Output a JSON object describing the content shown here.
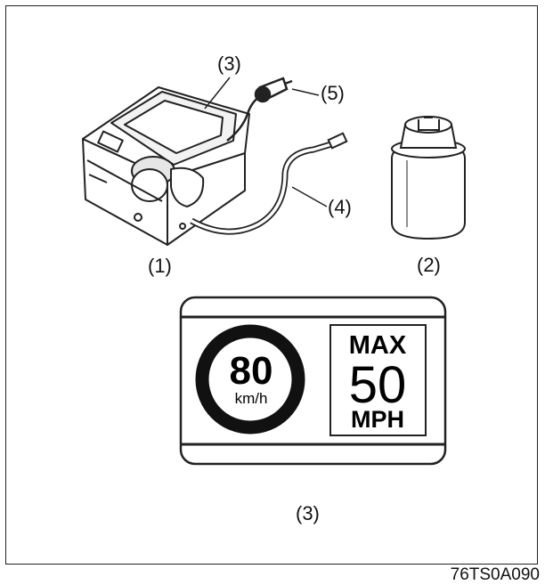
{
  "labels": {
    "compressor": "(1)",
    "bottle": "(2)",
    "compressor_body": "(3)",
    "hose": "(4)",
    "plug": "(5)",
    "sticker": "(3)"
  },
  "sticker": {
    "speed_value": "80",
    "speed_unit": "km/h",
    "max_label": "MAX",
    "mph_value": "50",
    "mph_unit": "MPH"
  },
  "figure_code": "76TS0A090"
}
